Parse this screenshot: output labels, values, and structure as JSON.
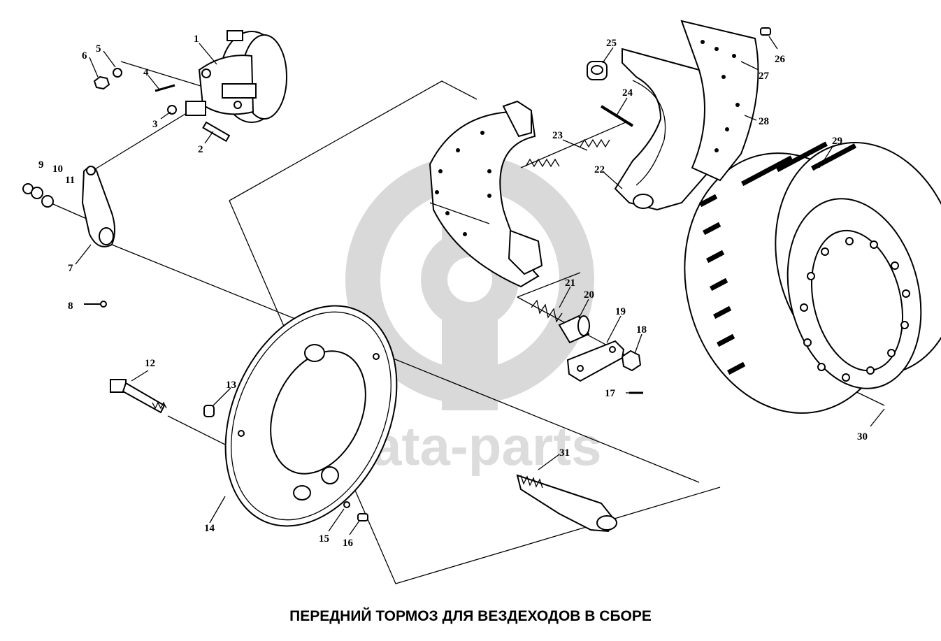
{
  "title": "ПЕРЕДНИЙ ТОРМОЗ ДЛЯ ВЕЗДЕХОДОВ В СБОРЕ",
  "watermark": "data-parts",
  "part_labels": [
    "1",
    "2",
    "3",
    "4",
    "5",
    "6",
    "7",
    "8",
    "9",
    "10",
    "11",
    "12",
    "13",
    "14",
    "15",
    "16",
    "17",
    "18",
    "19",
    "20",
    "21",
    "22",
    "23",
    "24",
    "25",
    "26",
    "27",
    "28",
    "29",
    "30",
    "31"
  ]
}
